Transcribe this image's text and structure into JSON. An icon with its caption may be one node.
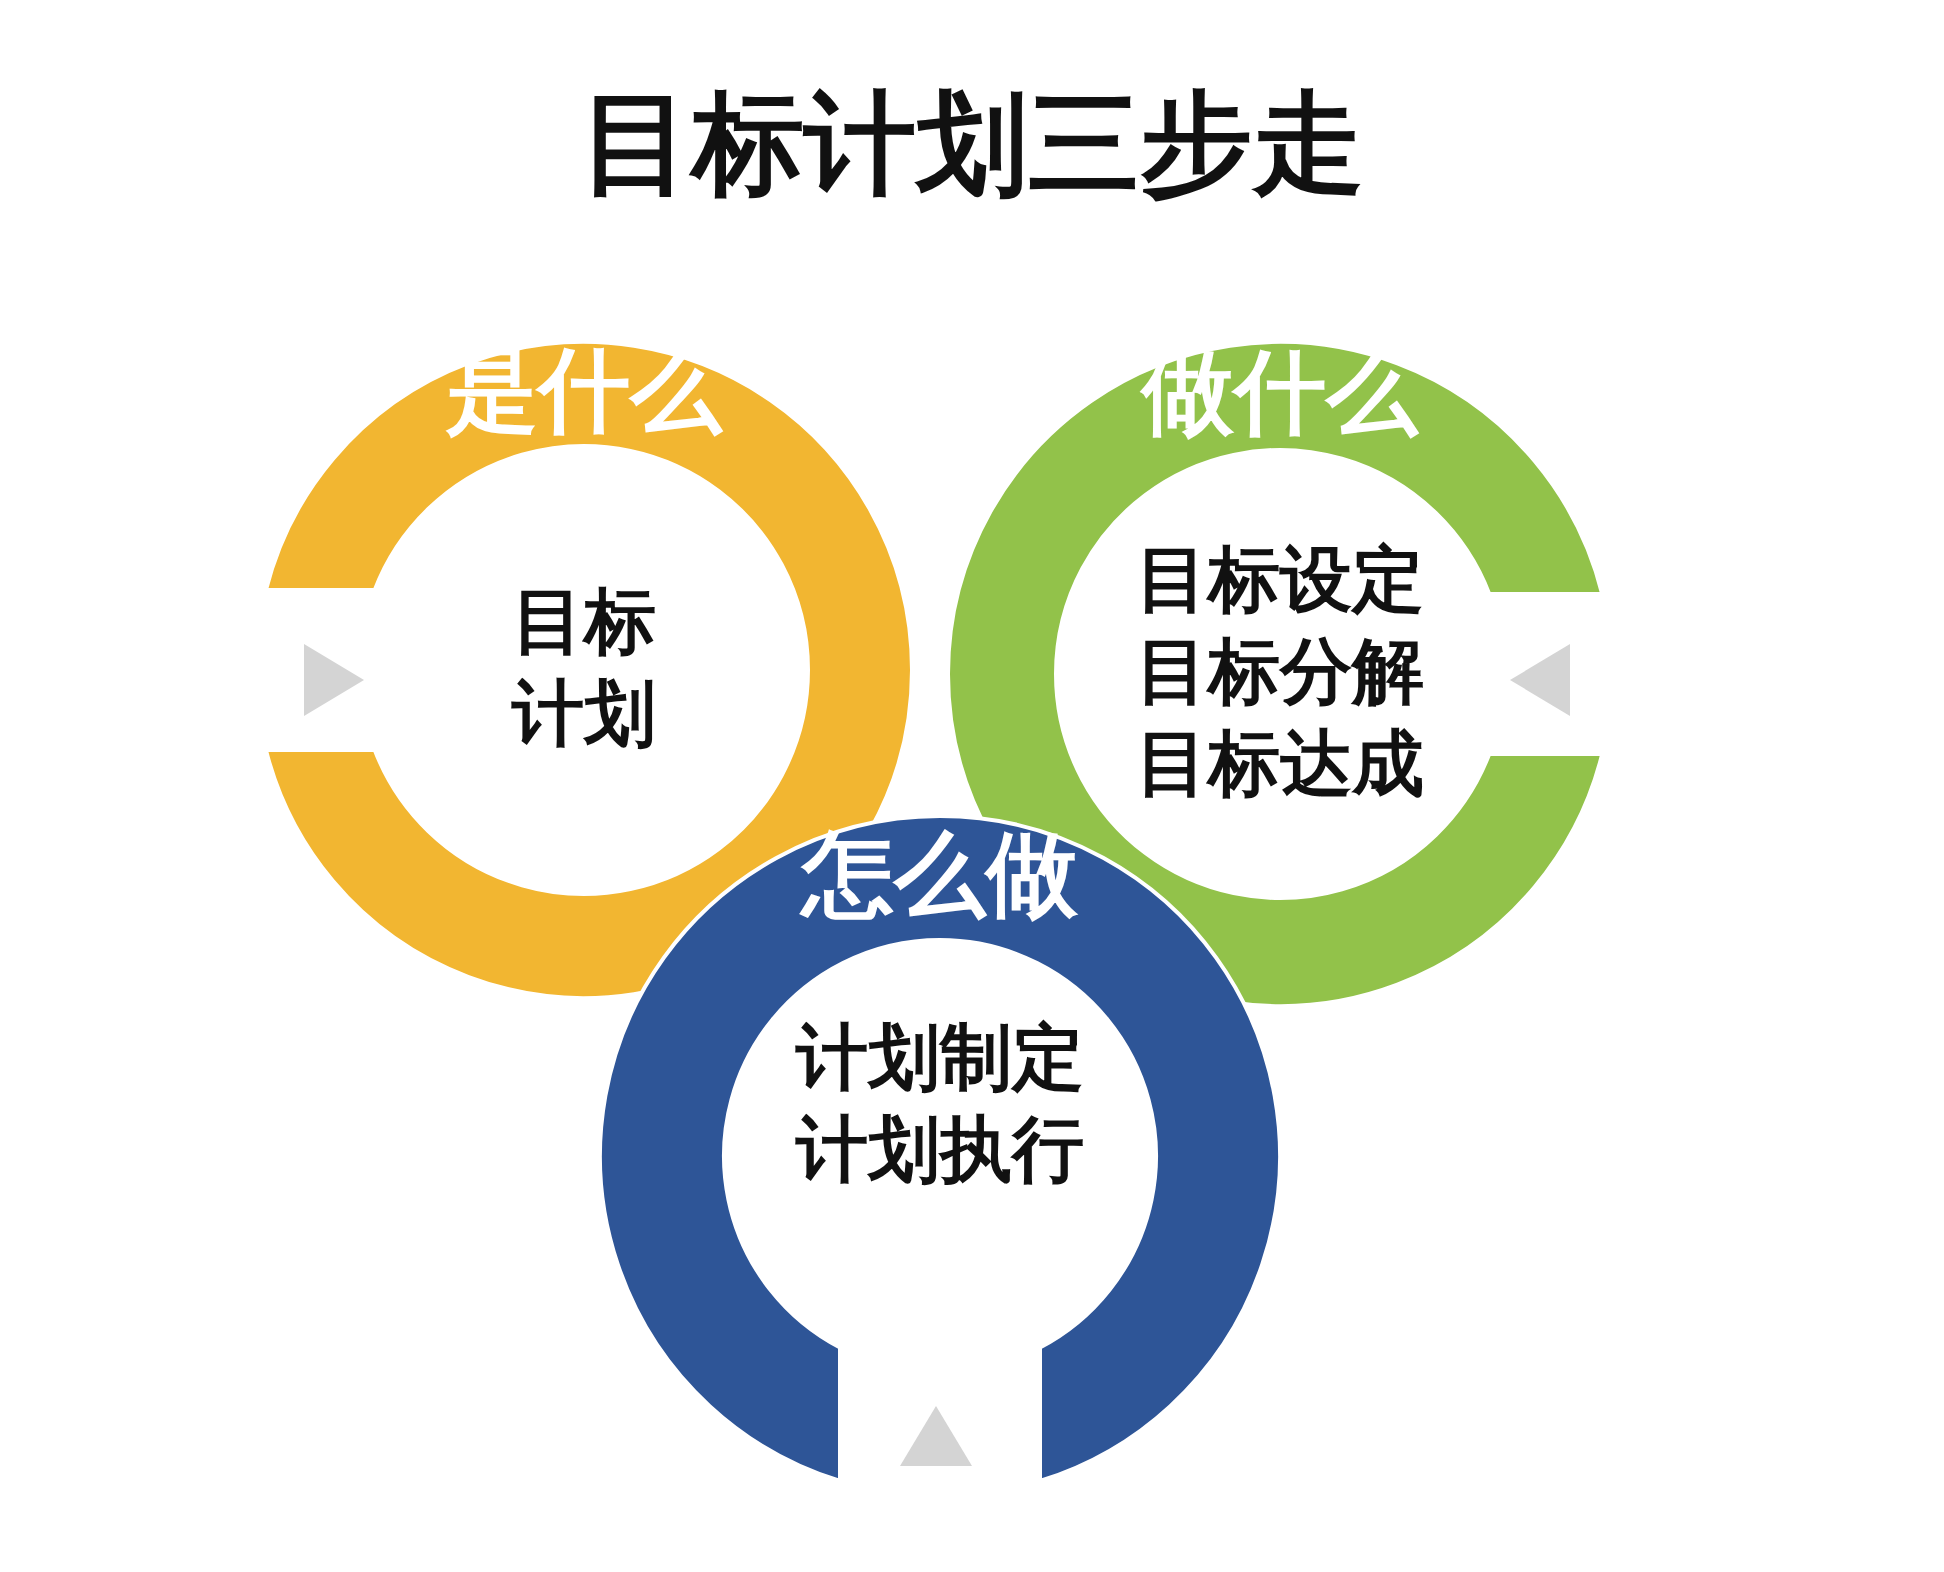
{
  "diagram": {
    "title": "目标计划三步走",
    "nodes": [
      {
        "text": [
          "是什么",
          "目标计划"
        ]
      },
      {
        "text": [
          "做什么",
          "目标设定目标分解目标达成"
        ]
      },
      {
        "text": [
          "怎么做",
          "计划制定计划执行"
        ]
      }
    ]
  }
}
